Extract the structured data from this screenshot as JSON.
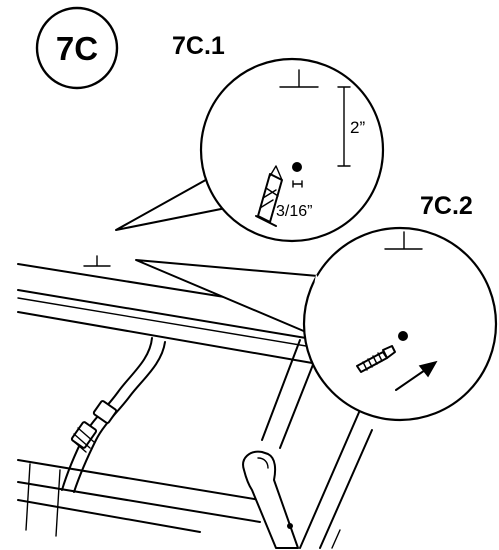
{
  "step": {
    "badge": "7C"
  },
  "detail_1": {
    "label": "7C.1",
    "dimension_vertical": "2”",
    "dimension_drill": "3/16”",
    "icon": "drill-bit-icon"
  },
  "detail_2": {
    "label": "7C.2",
    "icon_anchor": "wall-anchor-icon",
    "icon_arrow": "insert-direction-arrow-icon"
  },
  "colors": {
    "ink": "#000000",
    "paper": "#ffffff"
  }
}
